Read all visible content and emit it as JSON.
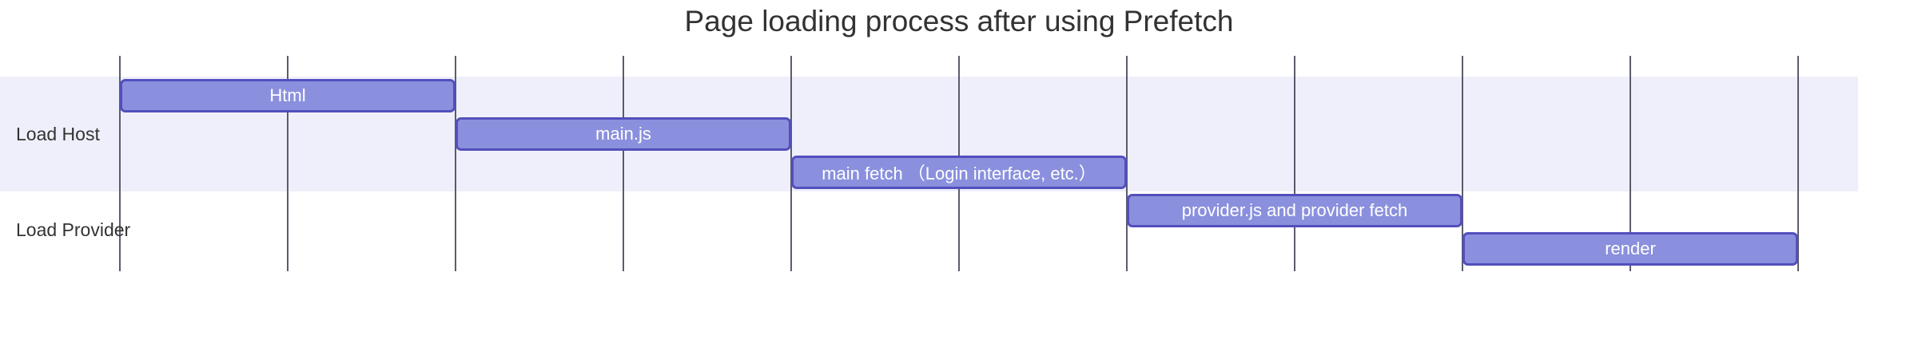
{
  "chart_data": {
    "type": "bar",
    "subtype": "gantt",
    "title": "Page loading process after using Prefetch",
    "sections": [
      {
        "name": "Load Host",
        "tasks": [
          "Html",
          "main.js",
          "main fetch （Login interface, etc.）"
        ]
      },
      {
        "name": "Load Provider",
        "tasks": [
          "provider.js and provider fetch",
          "render"
        ]
      }
    ],
    "tasks": [
      {
        "label": "Html",
        "section": "Load Host",
        "row": 0,
        "start": 0,
        "end": 2
      },
      {
        "label": "main.js",
        "section": "Load Host",
        "row": 1,
        "start": 2,
        "end": 4
      },
      {
        "label": "main fetch （Login interface, etc.）",
        "section": "Load Host",
        "row": 2,
        "start": 4,
        "end": 6
      },
      {
        "label": "provider.js and provider fetch",
        "section": "Load Provider",
        "row": 3,
        "start": 6,
        "end": 8
      },
      {
        "label": "render",
        "section": "Load Provider",
        "row": 4,
        "start": 8,
        "end": 10
      }
    ],
    "x_axis": {
      "gridline_count": 11,
      "units_total": 10,
      "tick_labels": [],
      "tick_labels_visible": false
    },
    "layout_hints": {
      "grid": "vertical lines only",
      "legend": "none",
      "bars_per_gridline_interval": "each task spans 2 intervals"
    },
    "colors": {
      "task_fill": "#8a90dd",
      "task_border": "#534fbc",
      "task_text": "#ffffff",
      "section_band_host": "#efeffb",
      "section_band_provider": "#ffffff",
      "grid_line": "#45455a",
      "title_text": "#333333",
      "section_label_text": "#333333",
      "background": "#ffffff"
    }
  }
}
